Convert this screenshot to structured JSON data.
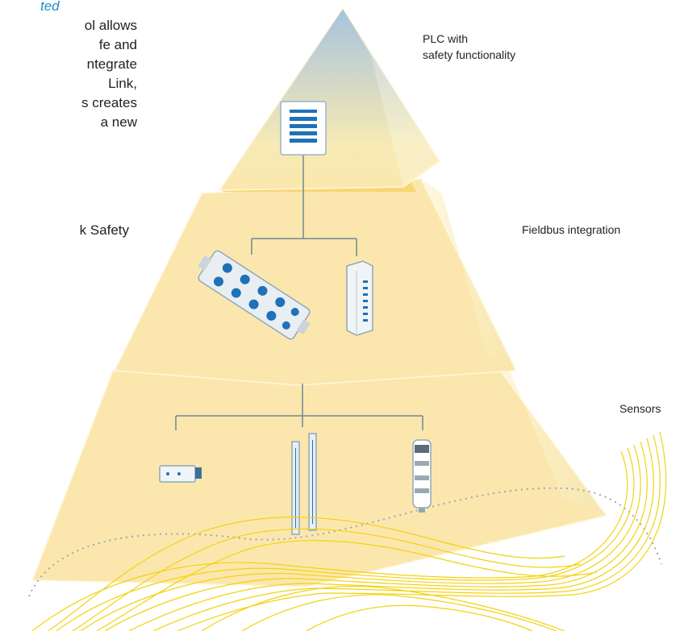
{
  "intro_text": {
    "lines": [
      "ted",
      "ol allows",
      "fe and",
      "ntegrate",
      "Link,",
      "s creates",
      "a new"
    ]
  },
  "safety_fragment": "k Safety",
  "labels": {
    "plc": [
      "PLC with",
      "safety functionality"
    ],
    "fieldbus": "Fieldbus integration",
    "sensors": "Sensors"
  },
  "colors": {
    "tier_fill": "#fbe7ad",
    "band": "#f8d672",
    "top_gradient": "#a6c3dc",
    "device_blue": "#1f71b8",
    "wave": "#f3d20f",
    "connector": "#6f8796"
  },
  "icons": [
    "plc-module-icon",
    "io-module-icon",
    "slice-module-icon",
    "camera-sensor-icon",
    "light-grid-icon",
    "signal-tower-icon"
  ]
}
